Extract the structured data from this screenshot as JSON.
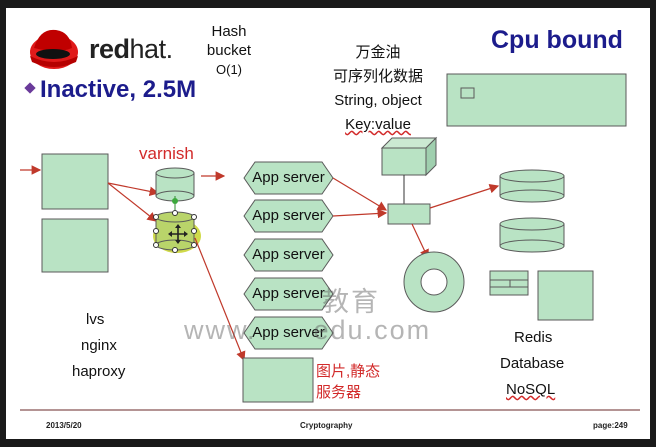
{
  "brand": {
    "logo_text_red": "red",
    "logo_text_hat": "hat."
  },
  "header": {
    "title": "Cpu bound",
    "subtitle": "Inactive, 2.5M",
    "hash_note": [
      "Hash",
      "bucket",
      "O(1)"
    ],
    "serialize_note": [
      "万金油",
      "可序列化数据",
      "String, object",
      "Key:value"
    ]
  },
  "diagram": {
    "cache_label": "varnish",
    "app_servers": [
      "App server",
      "App server",
      "App server",
      "App server",
      "App server"
    ],
    "lb_labels": [
      "lvs",
      "nginx",
      "haproxy"
    ],
    "db_labels": [
      "Redis",
      "Database",
      "NoSQL"
    ],
    "static_server_label": [
      "图片,静态",
      "服务器"
    ]
  },
  "watermark": {
    "line1": "教育",
    "line2": "www.      edu.com"
  },
  "footer": {
    "date": "2013/5/20",
    "topic": "Cryptography",
    "page": "page:249"
  },
  "colors": {
    "box_fill": "#b9e3c4",
    "box_stroke": "#5a5a5a",
    "arrow": "#c0392b",
    "title": "#1c1c8c",
    "selected": "#c8d42a"
  }
}
